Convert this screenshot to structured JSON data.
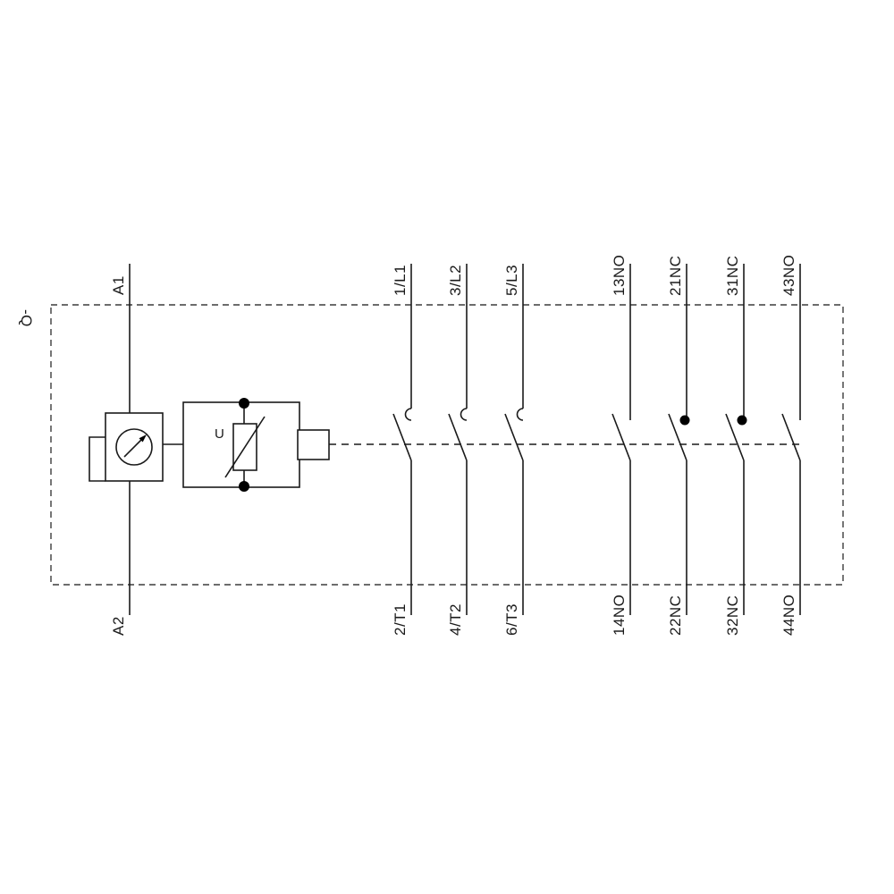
{
  "diagram": {
    "device_label": "-Q",
    "coil": {
      "top_terminal": "A1",
      "bottom_terminal": "A2",
      "varistor_label": "U"
    },
    "poles": [
      {
        "top": "1/L1",
        "bottom": "2/T1",
        "type": "main-contact"
      },
      {
        "top": "3/L2",
        "bottom": "4/T2",
        "type": "main-contact"
      },
      {
        "top": "5/L3",
        "bottom": "6/T3",
        "type": "main-contact"
      },
      {
        "top": "13NO",
        "bottom": "14NO",
        "type": "aux-normally-open"
      },
      {
        "top": "21NC",
        "bottom": "22NC",
        "type": "aux-normally-closed"
      },
      {
        "top": "31NC",
        "bottom": "32NC",
        "type": "aux-normally-closed"
      },
      {
        "top": "43NO",
        "bottom": "44NO",
        "type": "aux-normally-open"
      }
    ],
    "colors": {
      "line": "#1a1a1a",
      "background": "#ffffff"
    }
  }
}
